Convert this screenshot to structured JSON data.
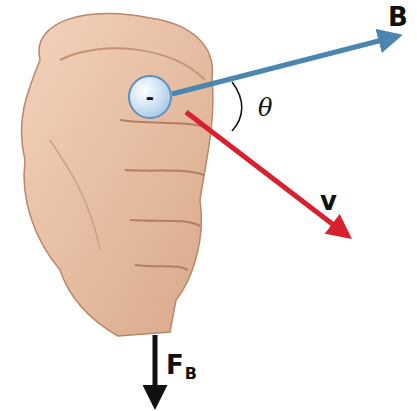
{
  "diagram": {
    "nodes": [
      {
        "text": [
          "-"
        ]
      }
    ],
    "labels": [
      "B",
      "θ",
      "v",
      "F",
      "B"
    ]
  }
}
